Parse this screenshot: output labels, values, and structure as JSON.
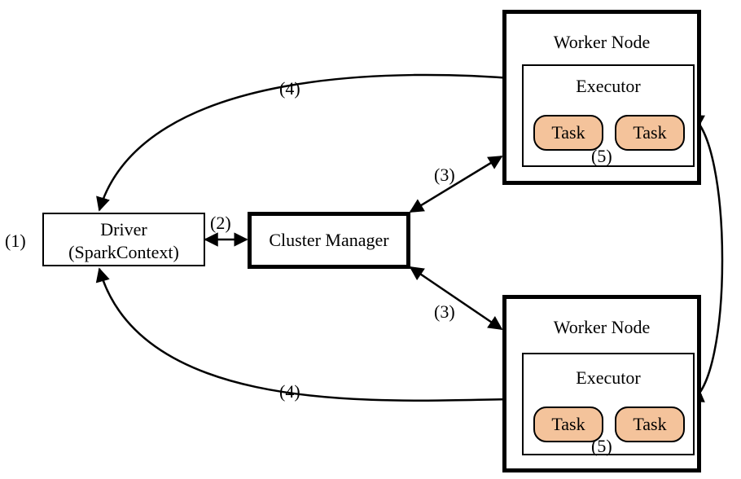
{
  "driver": {
    "line1": "Driver",
    "line2": "(SparkContext)"
  },
  "cluster_manager": {
    "label": "Cluster Manager"
  },
  "worker_top": {
    "title": "Worker Node",
    "executor": "Executor",
    "tasks": [
      "Task",
      "Task"
    ]
  },
  "worker_bottom": {
    "title": "Worker Node",
    "executor": "Executor",
    "tasks": [
      "Task",
      "Task"
    ]
  },
  "step_labels": {
    "one": "(1)",
    "two": "(2)",
    "three_top": "(3)",
    "three_bottom": "(3)",
    "four_top": "(4)",
    "four_bottom": "(4)",
    "five_top": "(5)",
    "five_bottom": "(5)"
  }
}
